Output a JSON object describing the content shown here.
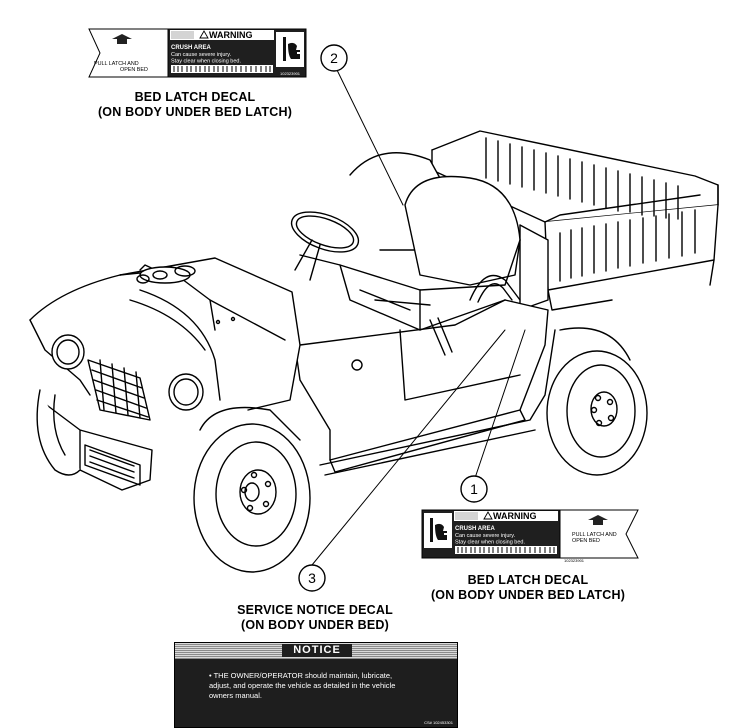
{
  "callouts": [
    "1",
    "2",
    "3"
  ],
  "decal_top": {
    "caption_line1": "BED LATCH DECAL",
    "caption_line2": "(ON BODY UNDER BED LATCH)",
    "arrow_text_1": "PULL LATCH AND",
    "arrow_text_2": "OPEN BED",
    "warning": "WARNING",
    "crush": "CRUSH AREA",
    "line1": "Can cause severe injury.",
    "line2": "Stay clear when closing bed.",
    "code": "102323901"
  },
  "decal_bottom": {
    "caption_line1": "BED LATCH DECAL",
    "caption_line2": "(ON BODY UNDER BED LATCH)",
    "arrow_text_1": "PULL LATCH AND",
    "arrow_text_2": "OPEN BED",
    "warning": "WARNING",
    "crush": "CRUSH AREA",
    "line1": "Can cause severe injury.",
    "line2": "Stay clear when closing bed.",
    "code": "102323901"
  },
  "service_notice": {
    "caption_line1": "SERVICE NOTICE DECAL",
    "caption_line2": "(ON BODY UNDER BED)",
    "title": "NOTICE",
    "text_line1": "• THE OWNER/OPERATOR should maintain, lubricate,",
    "text_line2": "adjust, and operate the vehicle as detailed in the vehicle",
    "text_line3": "owners manual.",
    "code": "CS# 102453301"
  }
}
